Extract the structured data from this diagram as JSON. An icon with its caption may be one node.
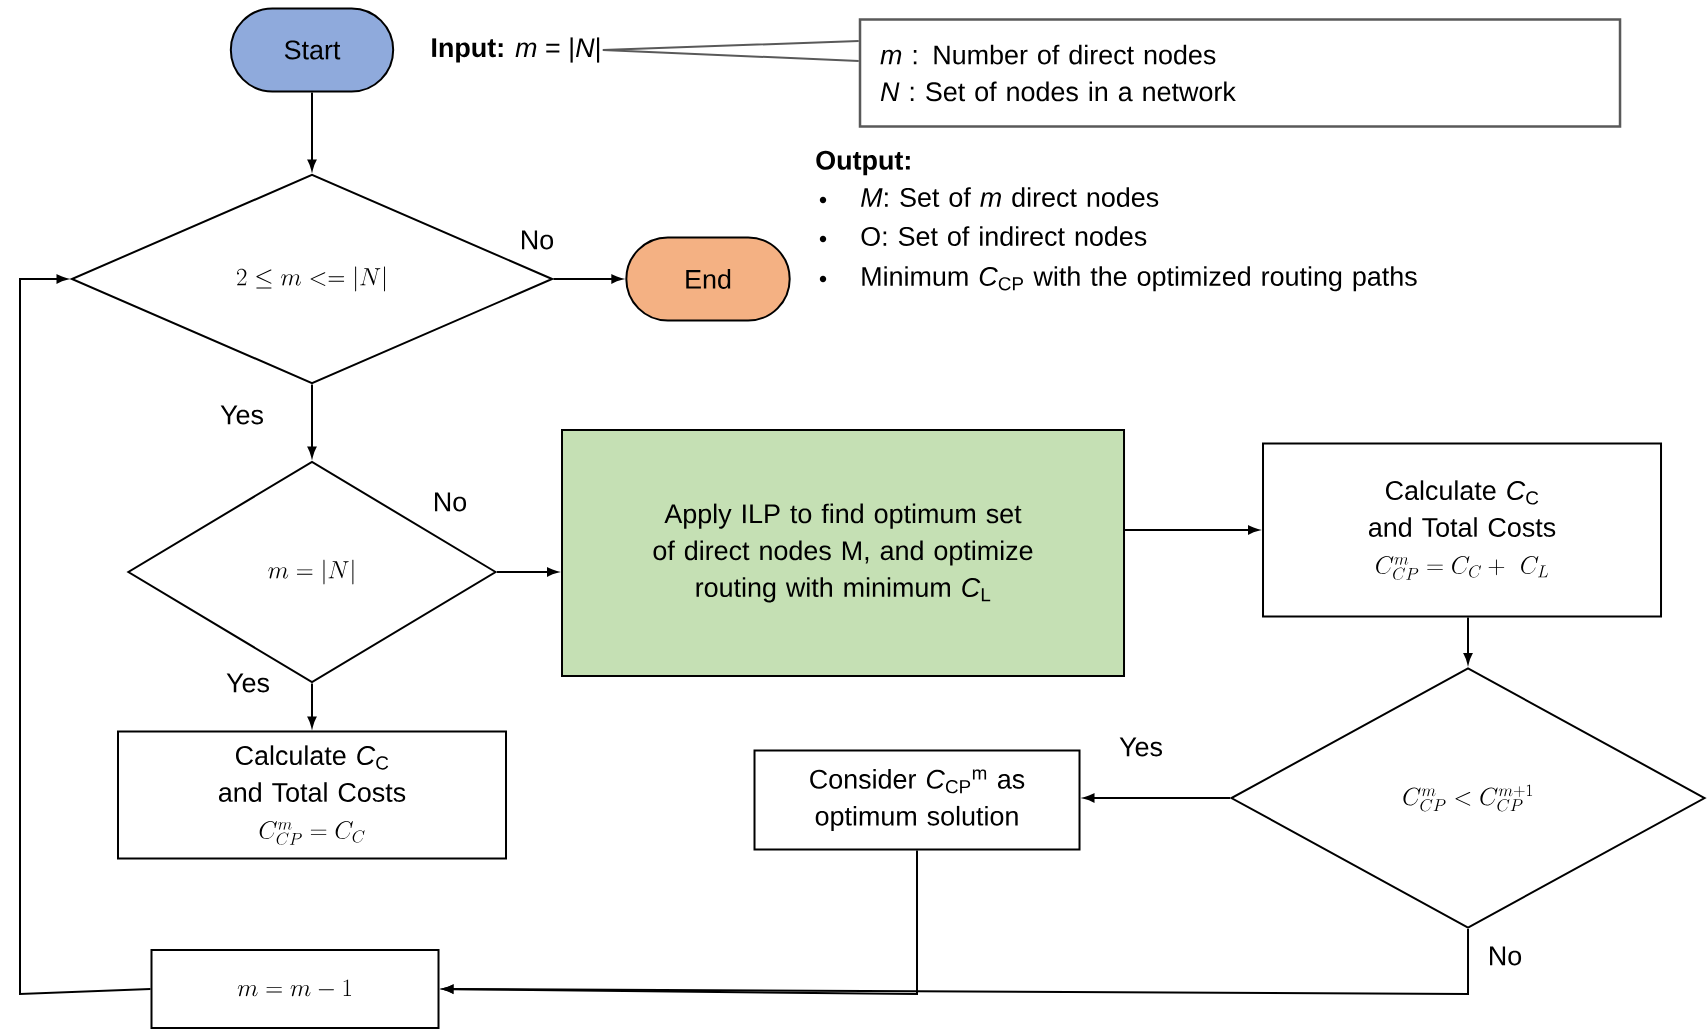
{
  "diagram": {
    "nodes": [
      {
        "text": [
          "Start"
        ]
      },
      {
        "text": [
          "**Input:** *m* = |*N*|"
        ]
      },
      {
        "text": [
          "*m* : Number of direct nodes",
          "*N* : Set of nodes in a network"
        ]
      },
      {
        "text": [
          "2 \\leq m <= |N|"
        ]
      },
      {
        "text": [
          "End"
        ]
      },
      {
        "text": [
          "m = |N|"
        ]
      },
      {
        "text": [
          "Apply ILP to find optimum set of direct nodes M, and optimize routing with minimum *C*$_{L}$"
        ]
      },
      {
        "text": [
          "Calculate *C*$_{C}$ and Total Costs",
          "C_{CP}^{m} = C_{C} +\\ C_{L}"
        ]
      },
      {
        "text": [
          "Calculate *C*$_{C}$ and Total Costs",
          "C_{CP}^{m} = C_{C}"
        ]
      },
      {
        "text": [
          "Consider *C*$_{CP}$$^{m}$ as optimum solution"
        ]
      },
      {
        "text": [
          "C_{CP}^{m} < C_{CP}^{m+1}"
        ]
      },
      {
        "text": [
          "m = m - 1"
        ]
      }
    ],
    "edges": [
      {
        "from": 0,
        "to": 3,
        "arrow": "to"
      },
      {
        "from": 3,
        "to": 4,
        "arrow": "to",
        "label": "No"
      },
      {
        "from": 3,
        "to": 5,
        "arrow": "to",
        "label": "Yes"
      },
      {
        "from": 5,
        "to": 6,
        "arrow": "to",
        "label": "No"
      },
      {
        "from": 5,
        "to": 8,
        "arrow": "to",
        "label": "Yes"
      },
      {
        "from": 6,
        "to": 7,
        "arrow": "to"
      },
      {
        "from": 7,
        "to": 10,
        "arrow": "to"
      },
      {
        "from": 10,
        "to": 9,
        "arrow": "to",
        "label": "Yes"
      },
      {
        "from": 9,
        "to": 11,
        "arrow": "to"
      },
      {
        "from": 10,
        "to": 11,
        "arrow": "to",
        "label": "No"
      },
      {
        "from": 11,
        "to": 3,
        "arrow": "to"
      },
      {
        "from": 2,
        "to": 1,
        "arrow": "none",
        "color": "#595959"
      }
    ],
    "labels": [
      "Output:",
      "*M*: Set of *m* direct nodes",
      "O: Set of indirect nodes",
      "Minimum *C*$_{CP}$ with the optimized routing paths"
    ]
  }
}
